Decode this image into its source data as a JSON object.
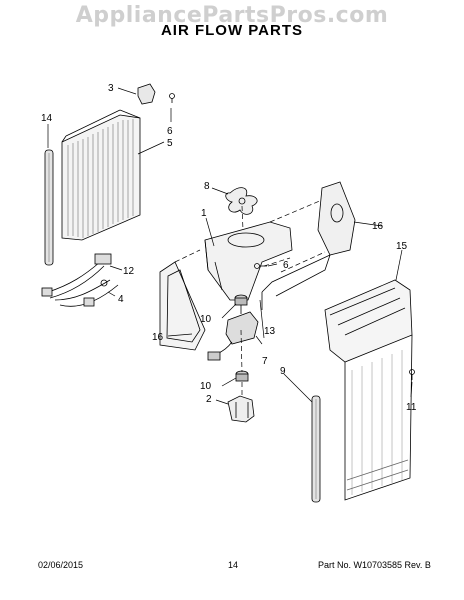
{
  "watermark": "AppliancePartsPros.com",
  "title": "AIR FLOW PARTS",
  "callouts": {
    "c1": "1",
    "c2": "2",
    "c3": "3",
    "c4": "4",
    "c5": "5",
    "c6a": "6",
    "c6b": "6",
    "c7": "7",
    "c8": "8",
    "c9": "9",
    "c10a": "10",
    "c10b": "10",
    "c11": "11",
    "c12": "12",
    "c13": "13",
    "c14": "14",
    "c15": "15",
    "c16a": "16",
    "c16b": "16"
  },
  "footer": {
    "date": "02/06/2015",
    "page": "14",
    "part": "Part No.  W10703585  Rev. B"
  }
}
